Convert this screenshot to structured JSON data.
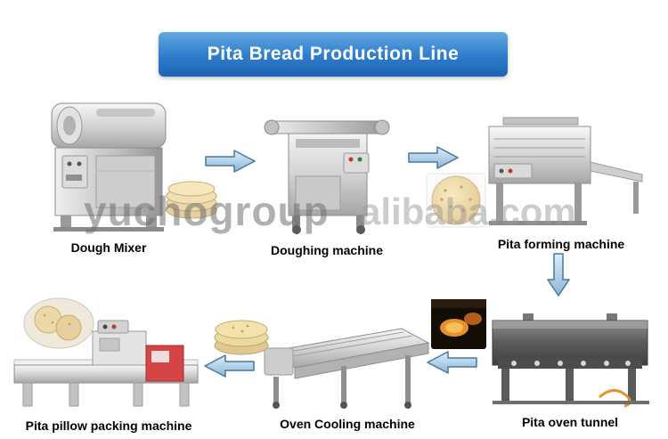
{
  "banner": {
    "title": "Pita Bread Production Line",
    "bg_top": "#62a9e0",
    "bg_bottom": "#1e63b4",
    "text_color": "#ffffff"
  },
  "watermark": {
    "left": "yuchogroup",
    "right": "alibaba.com"
  },
  "machines": [
    {
      "id": "dough-mixer",
      "label": "Dough Mixer"
    },
    {
      "id": "doughing-machine",
      "label": "Doughing machine"
    },
    {
      "id": "pita-forming-machine",
      "label": "Pita forming machine"
    },
    {
      "id": "pita-oven-tunnel",
      "label": "Pita oven tunnel"
    },
    {
      "id": "oven-cooling-machine",
      "label": "Oven Cooling machine"
    },
    {
      "id": "pita-pillow-packing-machine",
      "label": "Pita pillow packing machine"
    }
  ],
  "flow": {
    "top_row_direction": "left-to-right",
    "bottom_row_direction": "right-to-left",
    "arrow_fill": "#b4d2e8",
    "arrow_border": "#49779f",
    "arrows": [
      {
        "icon": "arrow-right-icon",
        "from": "Dough Mixer",
        "to": "Doughing machine"
      },
      {
        "icon": "arrow-right-icon",
        "from": "Doughing machine",
        "to": "Pita forming machine"
      },
      {
        "icon": "arrow-down-icon",
        "from": "Pita forming machine",
        "to": "Pita oven tunnel"
      },
      {
        "icon": "arrow-left-icon",
        "from": "Pita oven tunnel",
        "to": "Oven Cooling machine"
      },
      {
        "icon": "arrow-left-icon",
        "from": "Oven Cooling machine",
        "to": "Pita pillow packing machine"
      }
    ]
  }
}
